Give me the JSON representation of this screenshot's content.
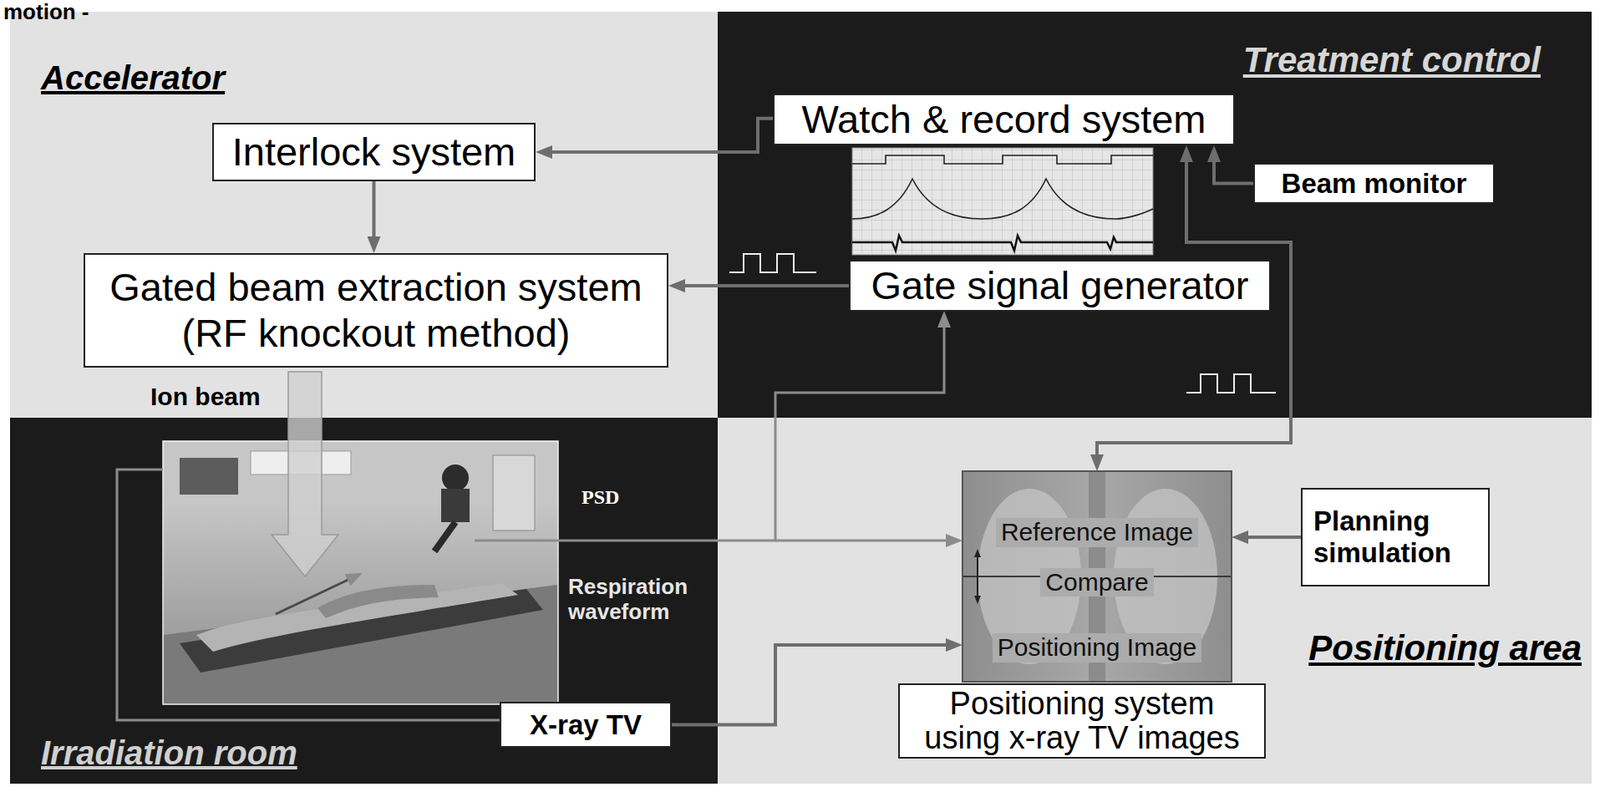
{
  "diagram": {
    "title": "motion -",
    "nodes": [
      {
        "text": [
          "Accelerator"
        ]
      },
      {
        "text": [
          "Interlock system"
        ],
        "in": 0
      },
      {
        "text": [
          "Gated beam extraction system (RF knockout method)"
        ],
        "in": 0
      },
      {
        "text": [
          "Treatment control"
        ]
      },
      {
        "text": [
          "Watch & record system"
        ],
        "in": 3
      },
      {
        "text": [
          "Beam monitor"
        ],
        "in": 3
      },
      {
        "text": [
          "Gate signal generator"
        ],
        "in": 3
      },
      {
        "text": [
          "Irradiation room"
        ]
      },
      {
        "text": [
          "X-ray TV"
        ],
        "in": 7
      },
      {
        "text": [
          "Positioning area"
        ]
      },
      {
        "text": [
          "Reference Image",
          "Compare",
          "Positioning Image"
        ],
        "in": 9
      },
      {
        "text": [
          "Planning simulation"
        ],
        "in": 9
      },
      {
        "text": [
          "Positioning system using x-ray TV images"
        ],
        "in": 9
      }
    ],
    "edges": [
      {
        "from": 4,
        "to": 1,
        "arrow": "to"
      },
      {
        "from": 1,
        "to": 2,
        "arrow": "to"
      },
      {
        "from": 6,
        "to": 2,
        "arrow": "to"
      },
      {
        "from": 5,
        "to": 4,
        "arrow": "to"
      },
      {
        "from": 4,
        "to": 10,
        "arrow": "both"
      },
      {
        "from": 11,
        "to": 10,
        "arrow": "to"
      },
      {
        "from": 8,
        "to": 10,
        "arrow": "to"
      }
    ],
    "labels": [
      "Ion beam",
      "PSD",
      "Respiration waveform"
    ]
  }
}
